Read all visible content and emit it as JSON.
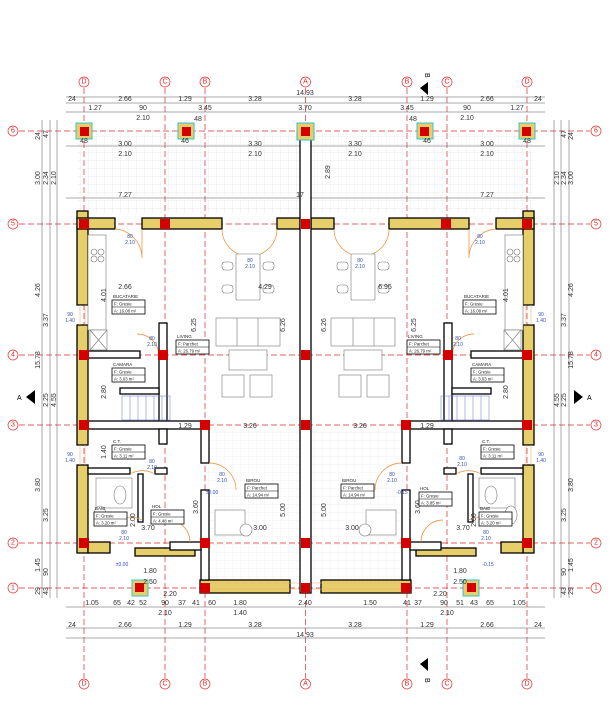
{
  "plan": {
    "axes_vertical": [
      "D",
      "C",
      "B",
      "A",
      "B",
      "C",
      "D"
    ],
    "axes_horizontal": [
      "6",
      "5",
      "4",
      "3",
      "2",
      "1"
    ],
    "section_a": "A",
    "section_b": "B",
    "colors": {
      "grid": "#e02828",
      "wall": "#e6cf6a",
      "column": "#d40000",
      "dimension": "#333333",
      "door": "#f08a30",
      "window_dim": "#3050c0",
      "column_outline": "#35c0d0"
    },
    "top_dims": {
      "overall": "14.93",
      "row1": [
        "24",
        "2.66",
        "1.29",
        "3.28",
        "3.28",
        "1.29",
        "2.66",
        "24"
      ],
      "row2": [
        "1.27",
        "90",
        "3.45",
        "3.70",
        "3.45",
        "90",
        "1.27"
      ],
      "row2_sub": [
        "2.10",
        "2.10"
      ],
      "column_widths": [
        "48",
        "48"
      ],
      "row3": [
        "3.00",
        "3.30",
        "3.30",
        "3.00"
      ],
      "row3_sub": [
        "2.10",
        "2.10",
        "2.10",
        "2.10"
      ],
      "row3_cols": [
        "48",
        "46",
        "46",
        "48"
      ],
      "terrace": [
        "7.27",
        "17",
        "7.27"
      ],
      "terrace_depth": "2.89"
    },
    "bottom_dims": {
      "row1": [
        "1.05",
        "65",
        "42",
        "52",
        "90",
        "37",
        "41",
        "60",
        "1.80",
        "2.40",
        "1.50",
        "41",
        "37",
        "90",
        "51",
        "43",
        "65",
        "1.05"
      ],
      "row1_sub": [
        "2.10",
        "1.40",
        "2.10"
      ],
      "row2": [
        "24",
        "2.66",
        "1.29",
        "3.28",
        "3.28",
        "1.29",
        "2.66",
        "24"
      ],
      "overall": "14.93",
      "steps": [
        "1.80",
        "2.50",
        "2.20",
        "1.80",
        "2.50",
        "2.20"
      ]
    },
    "side_dims": {
      "outer": [
        "24",
        "3.00",
        "4.26",
        "15.78",
        "3.80",
        "1.45",
        "29"
      ],
      "middle": [
        "47",
        "2.34",
        "3.37",
        "2.25",
        "3.25",
        "90",
        "43"
      ],
      "inner": [
        "2.10",
        "4.55"
      ]
    },
    "interior_dims": [
      "2.66",
      "4.29",
      "6.95",
      "4.01",
      "4.01",
      "6.26",
      "6.26",
      "6.25",
      "6.25",
      "2.80",
      "2.80",
      "1.29",
      "3.26",
      "3.26",
      "1.29",
      "1.40",
      "1.40",
      "3.60",
      "3.60",
      "5.00",
      "5.00",
      "3.00",
      "3.00",
      "3.70",
      "3.70",
      "2.00",
      "2.00"
    ],
    "window_labels": [
      "90",
      "1.40"
    ],
    "door_labels": [
      "80",
      "2.10"
    ],
    "rooms": [
      {
        "name": "BUCATARIE",
        "floor": "F: Gresie",
        "area": "A: 16.08 m²"
      },
      {
        "name": "LIVING",
        "floor": "F: Parchet",
        "area": "A: 26.79 m²"
      },
      {
        "name": "CAMARA",
        "floor": "F: Gresie",
        "area": "A: 3.03 m²"
      },
      {
        "name": "C.T.",
        "floor": "F: Gresie",
        "area": "A: 3.11 m²"
      },
      {
        "name": "BAIE",
        "floor": "F: Gresie",
        "area": "A: 3.20 m²"
      },
      {
        "name": "HOL",
        "floor": "F: Gresie",
        "area": "A: 4.48 m²"
      },
      {
        "name": "BIROU",
        "floor": "F: Parchet",
        "area": "A: 14.94 m²"
      },
      {
        "name": "BUCATARIE",
        "floor": "F: Gresie",
        "area": "A: 16.08 m²"
      },
      {
        "name": "LIVING",
        "floor": "F: Parchet",
        "area": "A: 26.79 m²"
      },
      {
        "name": "CAMARA",
        "floor": "F: Gresie",
        "area": "A: 3.03 m²"
      },
      {
        "name": "C.T.",
        "floor": "F: Gresie",
        "area": "A: 3.11 m²"
      },
      {
        "name": "BAIE",
        "floor": "F: Gresie",
        "area": "A: 3.20 m²"
      },
      {
        "name": "HOL",
        "floor": "F: Gresie",
        "area": "A: 3.85 m²"
      },
      {
        "name": "BIROU",
        "floor": "F: Parchet",
        "area": "A: 14.94 m²"
      }
    ],
    "levels": [
      "±0.00",
      "-0.15",
      "±0.00",
      "-0.15"
    ]
  }
}
